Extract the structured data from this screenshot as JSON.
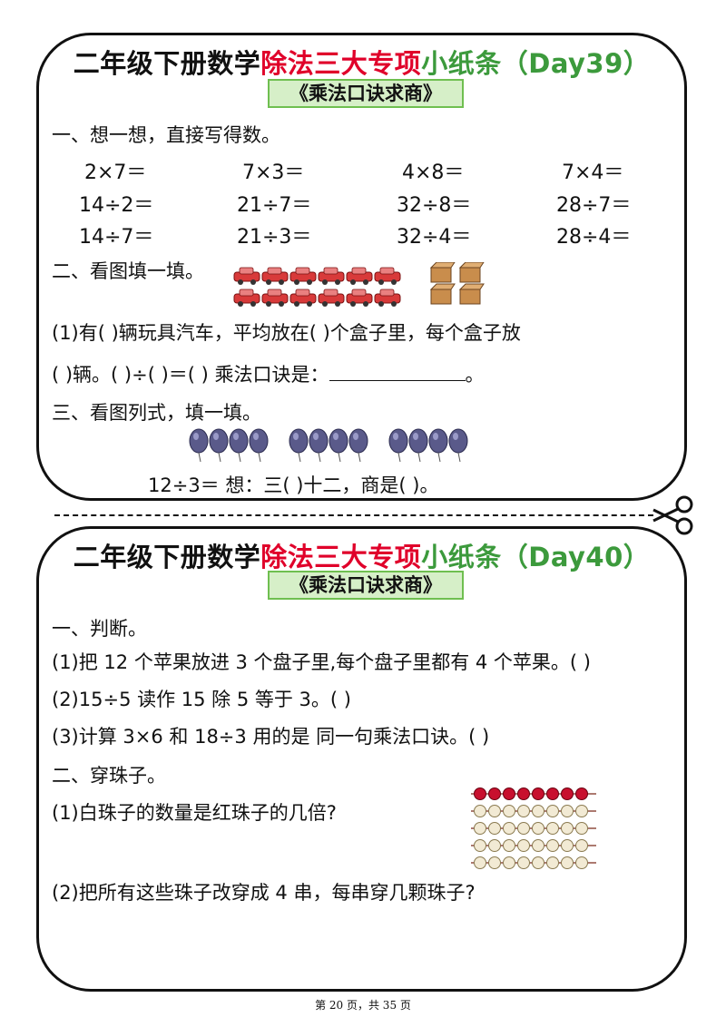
{
  "card1": {
    "title_black": "二年级下册数学",
    "title_red": "除法三大专项",
    "title_green": "小纸条（Day39）",
    "subtitle": "《乘法口诀求商》",
    "sec1": "一、想一想，直接写得数。",
    "rows": [
      [
        "2×7＝",
        "7×3＝",
        "4×8＝",
        "7×4＝"
      ],
      [
        "14÷2＝",
        "21÷7＝",
        "32÷8＝",
        "28÷7＝"
      ],
      [
        "14÷7＝",
        "21÷3＝",
        "32÷4＝",
        "28÷4＝"
      ]
    ],
    "sec2": "二、看图填一填。",
    "q1_line1": "(1)有(    )辆玩具汽车，平均放在(    )个盒子里，每个盒子放",
    "q1_line2a": "(    )辆。(    )÷(    )＝(    ) 乘法口诀是：",
    "q1_line2b": "。",
    "sec3": "三、看图列式，填一填。",
    "q3": "12÷3＝    想：三(    )十二，商是(    )。",
    "cars_count": 12,
    "boxes_count": 4,
    "balloons_count": 12
  },
  "card2": {
    "title_black": "二年级下册数学",
    "title_red": "除法三大专项",
    "title_green": "小纸条（Day40）",
    "subtitle": "《乘法口诀求商》",
    "sec1": "一、判断。",
    "j1": "(1)把 12 个苹果放进 3 个盘子里,每个盘子里都有 4 个苹果。(    )",
    "j2": "(2)15÷5 读作 15 除 5 等于 3。(    )",
    "j3": "(3)计算 3×6 和 18÷3 用的是 同一句乘法口诀。(    )",
    "sec2": "二、穿珠子。",
    "b1": "(1)白珠子的数量是红珠子的几倍?",
    "b2": "(2)把所有这些珠子改穿成 4 串，每串穿几颗珠子?",
    "red_strings": 1,
    "white_strings": 4,
    "beads_per_string": 8
  },
  "footer": "第 20 页，共 35 页",
  "colors": {
    "red": "#e0002a",
    "green": "#3c9a3c",
    "subtitle_bg": "#d6efc8"
  }
}
